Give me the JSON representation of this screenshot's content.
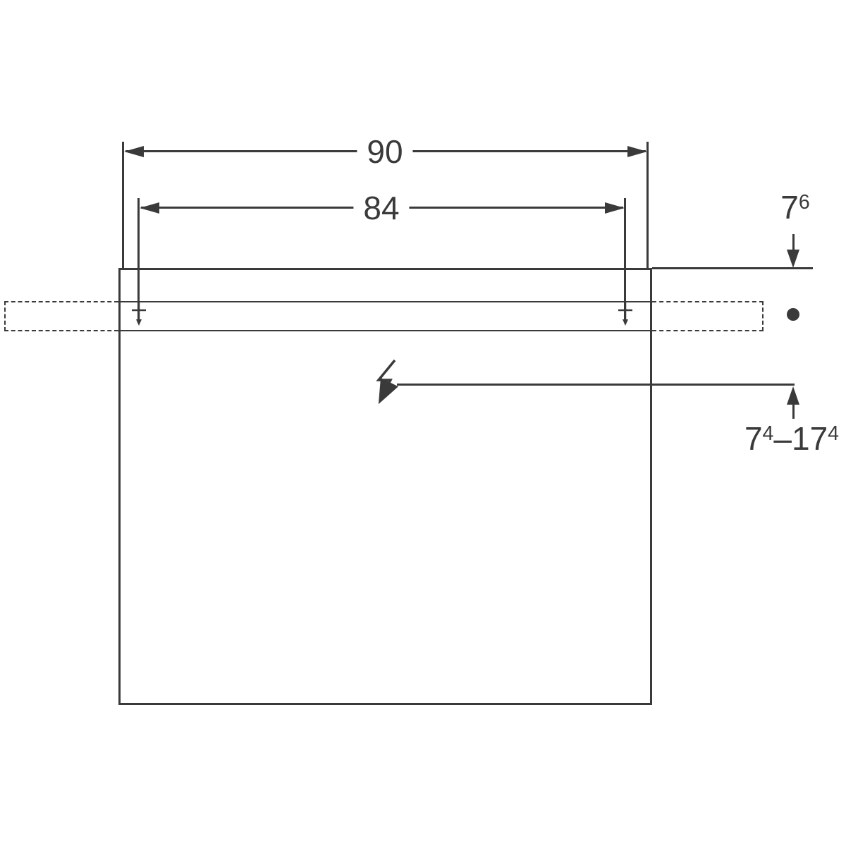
{
  "drawing": {
    "labels": {
      "outer_width": "90",
      "fixing_width": "84",
      "top_offset_base": "7",
      "top_offset_sup": "6",
      "outlet_from_base": "7",
      "outlet_from_sup": "4",
      "outlet_separator": "–",
      "outlet_to_base": "17",
      "outlet_to_sup": "4"
    },
    "icons": {
      "power_connection": "flash-arrow-icon",
      "fixing_points": "cross-marker-icon",
      "height_reference": "dot-icon"
    },
    "colors": {
      "line": "#3a3a3a",
      "background": "#ffffff"
    }
  }
}
